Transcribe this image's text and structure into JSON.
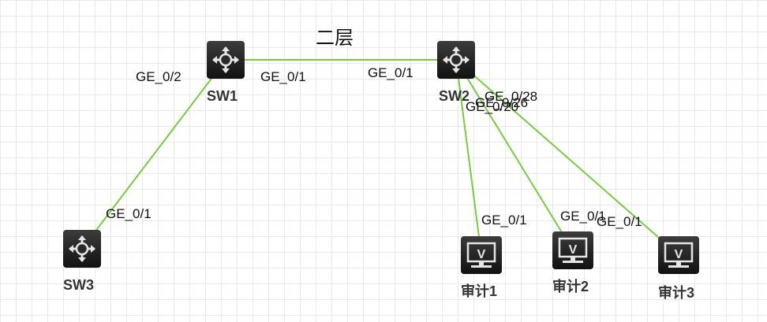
{
  "diagram": {
    "title": "二层",
    "colors": {
      "link": "#7ac943",
      "device": "#1e1e1e",
      "grid": "#e8e8e8"
    },
    "devices": {
      "sw1": {
        "label": "SW1",
        "icon": "switch-icon"
      },
      "sw2": {
        "label": "SW2",
        "icon": "switch-icon"
      },
      "sw3": {
        "label": "SW3",
        "icon": "switch-icon"
      },
      "audit1": {
        "label": "审计1",
        "icon": "monitor-icon",
        "glyph": "V"
      },
      "audit2": {
        "label": "审计2",
        "icon": "monitor-icon",
        "glyph": "V"
      },
      "audit3": {
        "label": "审计3",
        "icon": "monitor-icon",
        "glyph": "V"
      }
    },
    "ports": {
      "sw1_to_sw3": "GE_0/2",
      "sw1_to_sw2": "GE_0/1",
      "sw2_to_sw1": "GE_0/1",
      "sw3_to_sw1": "GE_0/1",
      "sw2_to_audit1": "GE_0/20",
      "sw2_to_audit2": "GE_0/26",
      "sw2_to_audit3": "GE_0/28",
      "audit1_to_sw2": "GE_0/1",
      "audit2_to_sw2": "GE_0/1",
      "audit3_to_sw2": "GE_0/1"
    }
  }
}
